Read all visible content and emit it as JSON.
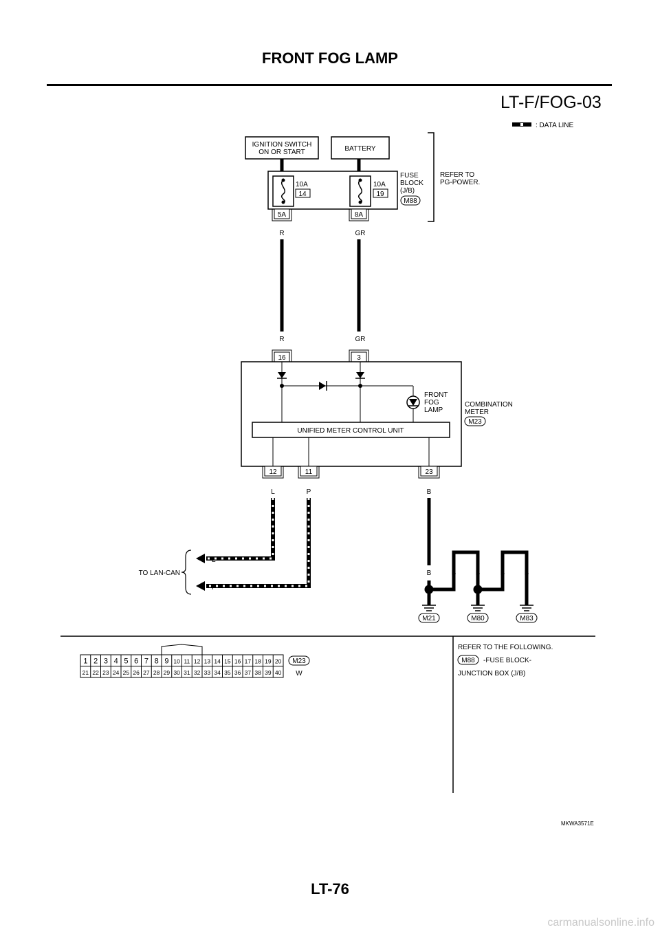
{
  "header": {
    "title": "FRONT FOG LAMP",
    "diagram_code": "LT-F/FOG-03"
  },
  "legend": {
    "data_line": ": DATA LINE"
  },
  "components": {
    "ignition_switch": [
      "IGNITION SWITCH",
      "ON OR START"
    ],
    "battery": "BATTERY",
    "fuse_block": {
      "label": [
        "FUSE",
        "BLOCK",
        "(J/B)"
      ],
      "connector": "M88"
    },
    "refer_pg_power": [
      "REFER TO",
      "PG-POWER."
    ],
    "fuse_left": {
      "rating": "10A",
      "number": "14"
    },
    "fuse_right": {
      "rating": "10A",
      "number": "19"
    },
    "combination_meter": {
      "label": [
        "COMBINATION",
        "METER"
      ],
      "connector": "M23"
    },
    "front_fog_lamp": [
      "FRONT",
      "FOG",
      "LAMP"
    ],
    "unified_meter_control_unit": "UNIFIED METER CONTROL UNIT",
    "to_lan_can": "TO LAN-CAN"
  },
  "terminals": {
    "fuse_out_left": "5A",
    "fuse_out_right": "8A",
    "meter_in_left": "16",
    "meter_in_right": "3",
    "meter_out_1": "12",
    "meter_out_2": "11",
    "meter_out_3": "23"
  },
  "wire_colors": {
    "r_top": "R",
    "gr_top": "GR",
    "r_bottom": "R",
    "gr_bottom": "GR",
    "l": "L",
    "p": "P",
    "b": "B",
    "can_l": "L",
    "can_p": "P",
    "ground_b1": "B",
    "ground_b2": "B",
    "ground_b3": "B",
    "ground_b4": "B",
    "ground_b5": "B"
  },
  "grounds": [
    "M21",
    "M80",
    "M83"
  ],
  "connector_table": {
    "connector": "M23",
    "color_code": "W",
    "row1": [
      "1",
      "2",
      "3",
      "4",
      "5",
      "6",
      "7",
      "8",
      "9",
      "10",
      "11",
      "12",
      "13",
      "14",
      "15",
      "16",
      "17",
      "18",
      "19",
      "20"
    ],
    "row2": [
      "21",
      "22",
      "23",
      "24",
      "25",
      "26",
      "27",
      "28",
      "29",
      "30",
      "31",
      "32",
      "33",
      "34",
      "35",
      "36",
      "37",
      "38",
      "39",
      "40"
    ]
  },
  "reference": {
    "heading": "REFER TO THE FOLLOWING.",
    "connector": "M88",
    "line1": "-FUSE BLOCK-",
    "line2": "JUNCTION BOX (J/B)"
  },
  "footer": {
    "figure_code": "MKWA3571E",
    "page": "LT-76",
    "watermark": "carmanualsonline.info"
  }
}
